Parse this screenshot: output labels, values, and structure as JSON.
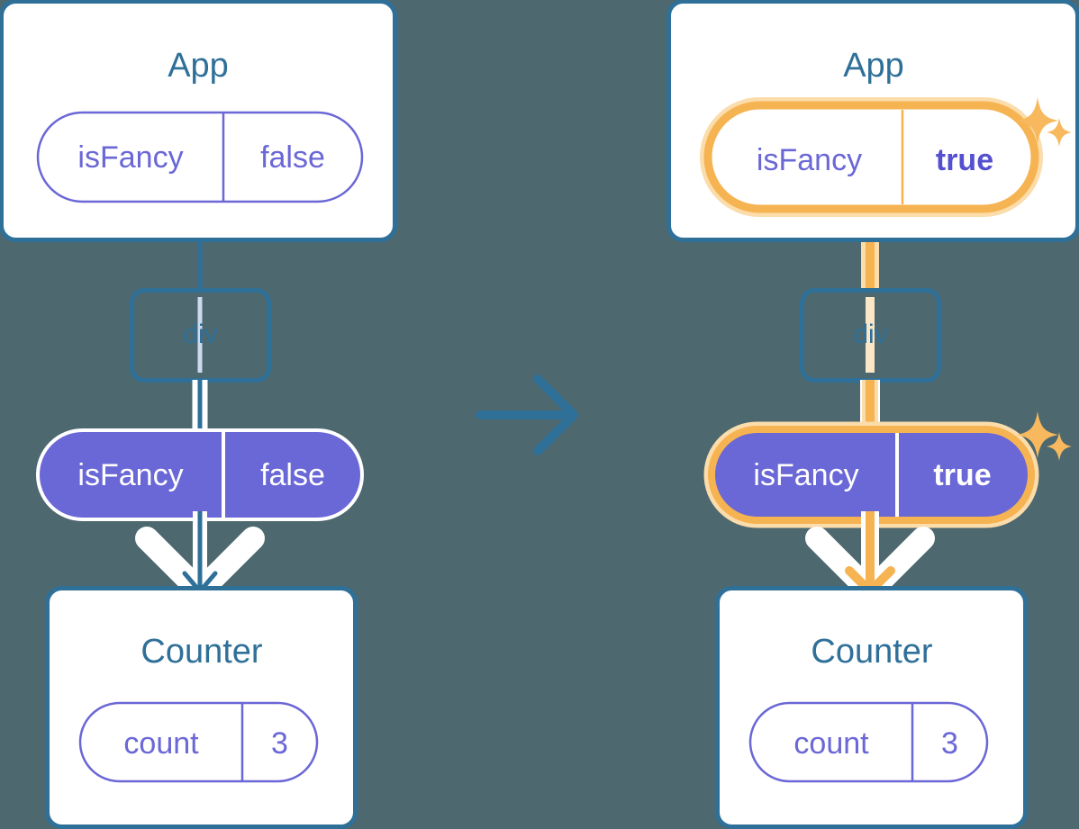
{
  "diagram": {
    "title_semantic": "react-state-propagation-before-after",
    "background_color": "#4d686f",
    "transition_arrow": {
      "name": "right-arrow",
      "color": "#2f7099"
    },
    "panels": [
      {
        "side": "left",
        "state_label": "before",
        "app_box": {
          "label": "App",
          "border_color": "#2f7099",
          "pill": {
            "key": "isFancy",
            "value": "false",
            "style": "outline",
            "text_color": "#6a67d6",
            "border_color": "#6a67d6",
            "highlighted": false,
            "value_bold": false
          }
        },
        "div_node": {
          "label": "div",
          "border_color": "#2f7099",
          "text_color": "#2f7099"
        },
        "prop_pill": {
          "key": "isFancy",
          "value": "false",
          "style": "filled",
          "fill_color": "#6a67d6",
          "text_color": "#ffffff",
          "highlighted": false,
          "value_bold": false
        },
        "counter_box": {
          "label": "Counter",
          "border_color": "#2f7099",
          "pill": {
            "key": "count",
            "value": "3",
            "style": "outline",
            "text_color": "#6a67d6",
            "border_color": "#6a67d6"
          }
        },
        "flow_color": "#2f7099",
        "sparkles": []
      },
      {
        "side": "right",
        "state_label": "after",
        "app_box": {
          "label": "App",
          "border_color": "#2f7099",
          "pill": {
            "key": "isFancy",
            "value": "true",
            "style": "outline",
            "text_color": "#6a67d6",
            "border_color": "#f6b352",
            "highlighted": true,
            "value_bold": true
          }
        },
        "div_node": {
          "label": "div",
          "border_color": "#2f7099",
          "text_color": "#2f7099"
        },
        "prop_pill": {
          "key": "isFancy",
          "value": "true",
          "style": "filled",
          "fill_color": "#6a67d6",
          "text_color": "#ffffff",
          "highlighted": true,
          "value_bold": true
        },
        "counter_box": {
          "label": "Counter",
          "border_color": "#2f7099",
          "pill": {
            "key": "count",
            "value": "3",
            "style": "outline",
            "text_color": "#6a67d6",
            "border_color": "#6a67d6"
          }
        },
        "flow_color": "#f6b352",
        "sparkles": [
          {
            "name": "sparkle-large-top",
            "size": "large"
          },
          {
            "name": "sparkle-small-top",
            "size": "small"
          },
          {
            "name": "sparkle-large-bottom",
            "size": "large"
          },
          {
            "name": "sparkle-small-bottom",
            "size": "small"
          }
        ]
      }
    ],
    "colors": {
      "background": "#4d686f",
      "blue": "#2f7099",
      "purple": "#6a67d6",
      "purple_bold": "#5450cf",
      "orange": "#f6b352",
      "orange_glow": "#fbdcab",
      "white": "#ffffff",
      "div_line_left": "#cdd9ef",
      "div_line_right": "#fbe7c6"
    }
  }
}
